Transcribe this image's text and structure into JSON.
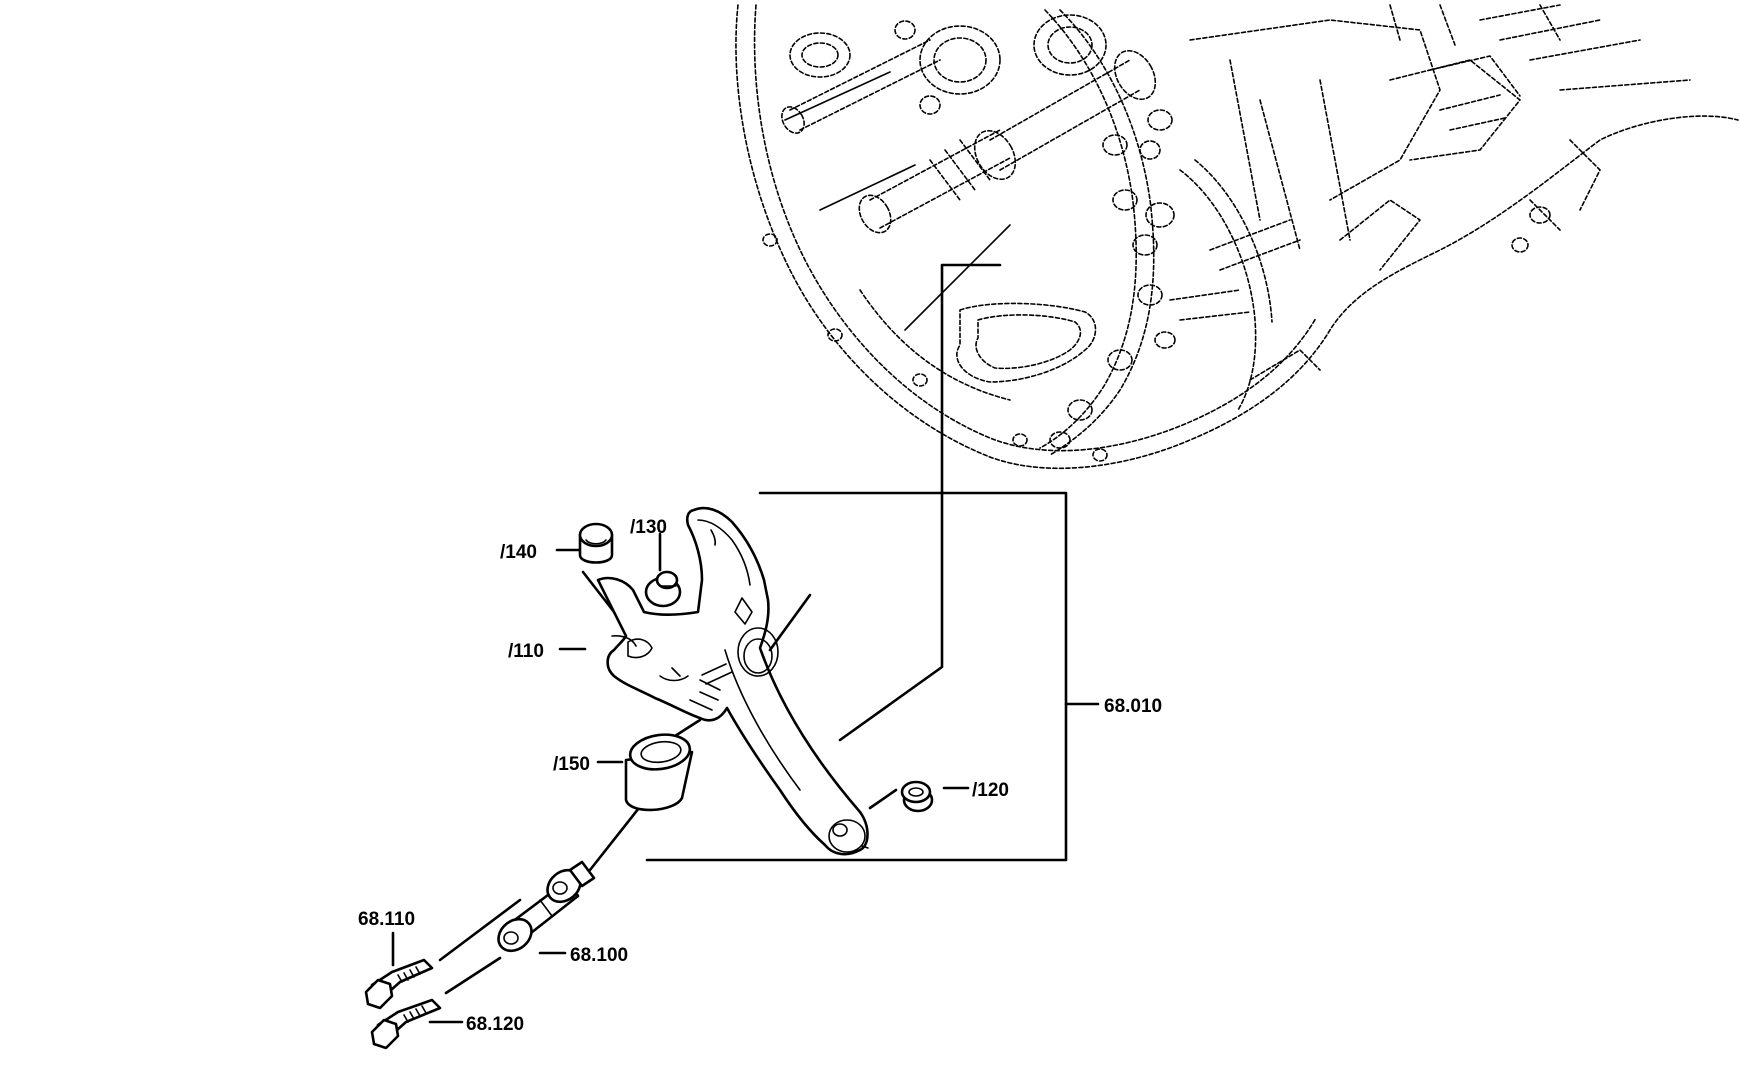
{
  "diagram": {
    "labels": {
      "l140": "/140",
      "l130": "/130",
      "l110": "/110",
      "l150": "/150",
      "l120": "/120",
      "l68010": "68.010",
      "l68110": "68.110",
      "l68100": "68.100",
      "l68120": "68.120"
    }
  }
}
